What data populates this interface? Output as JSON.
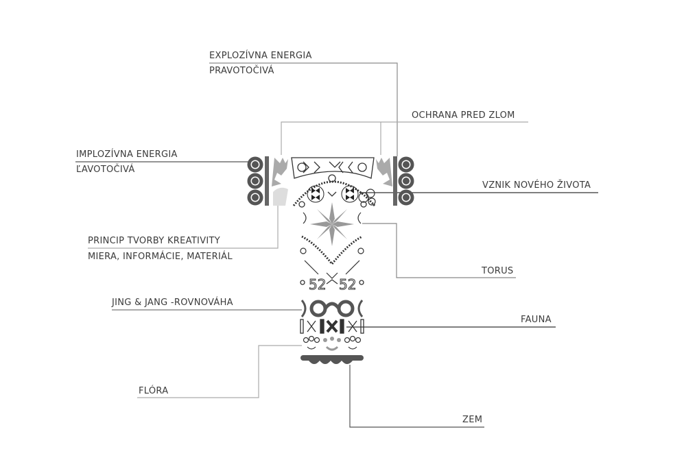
{
  "labels": {
    "explozivna_1": "EXPLOZÍVNA ENERGIA",
    "explozivna_2": "PRAVOTOČIVÁ",
    "ochrana": "OCHRANA PRED ZLOM",
    "implozivna_1": "IMPLOZÍVNA ENERGIA",
    "implozivna_2": "ĽAVOTOČIVÁ",
    "vznik": "VZNIK NOVÉHO ŽIVOTA",
    "princip_1": "PRINCIP TVORBY KREATIVITY",
    "princip_2": "MIERA, INFORMÁCIE, MATERIÁL",
    "torus": "TORUS",
    "jing": "JING & JANG -ROVNOVÁHA",
    "fauna": "FAUNA",
    "flora": "FLÓRA",
    "zem": "ZEM"
  },
  "colors": {
    "text": "#3a3a3a",
    "line_gray": "#9a9a9a",
    "line_dark": "#333333",
    "ornament_dark": "#555555",
    "ornament_mid": "#9a9a9a",
    "ornament_light": "#c8c8c8"
  }
}
